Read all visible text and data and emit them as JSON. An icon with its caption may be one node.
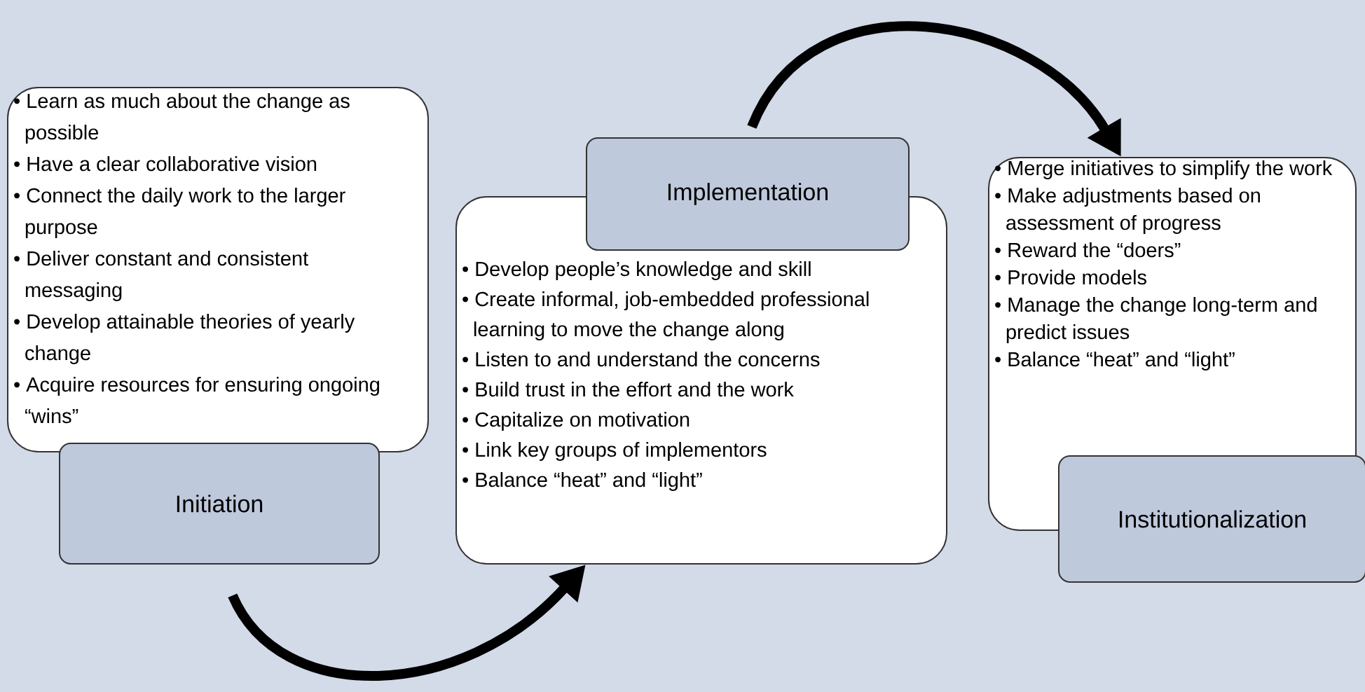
{
  "diagram": {
    "nodes": [
      {
        "text": [
          "• Learn as much about the change as possible",
          "• Have a clear collaborative vision",
          "• Connect the daily work to the larger purpose",
          "• Deliver constant and consistent messaging",
          "• Develop attainable theories of yearly change",
          "• Acquire resources for ensuring ongoing “wins”"
        ]
      },
      {
        "text": [
          "Initiation"
        ]
      },
      {
        "text": [
          "Implementation"
        ]
      },
      {
        "text": [
          "• Develop people’s knowledge and skill",
          "• Create informal, job-embedded professional learning to move the change along",
          "• Listen to and understand the concerns",
          "• Build trust in the effort and the work",
          "• Capitalize on motivation",
          "• Link key groups of implementors",
          "• Balance “heat” and “light”"
        ]
      },
      {
        "text": [
          "• Merge initiatives to simplify the work",
          "• Make adjustments based on assessment of progress",
          "• Reward the “doers”",
          "• Provide models",
          "• Manage the change long-term and predict issues",
          "• Balance “heat” and “light”"
        ]
      },
      {
        "text": [
          "Institutionalization"
        ]
      }
    ],
    "edges": [
      {
        "from": 1,
        "to": 3,
        "arrow": "to"
      },
      {
        "from": 2,
        "to": 4,
        "arrow": "to"
      }
    ]
  }
}
